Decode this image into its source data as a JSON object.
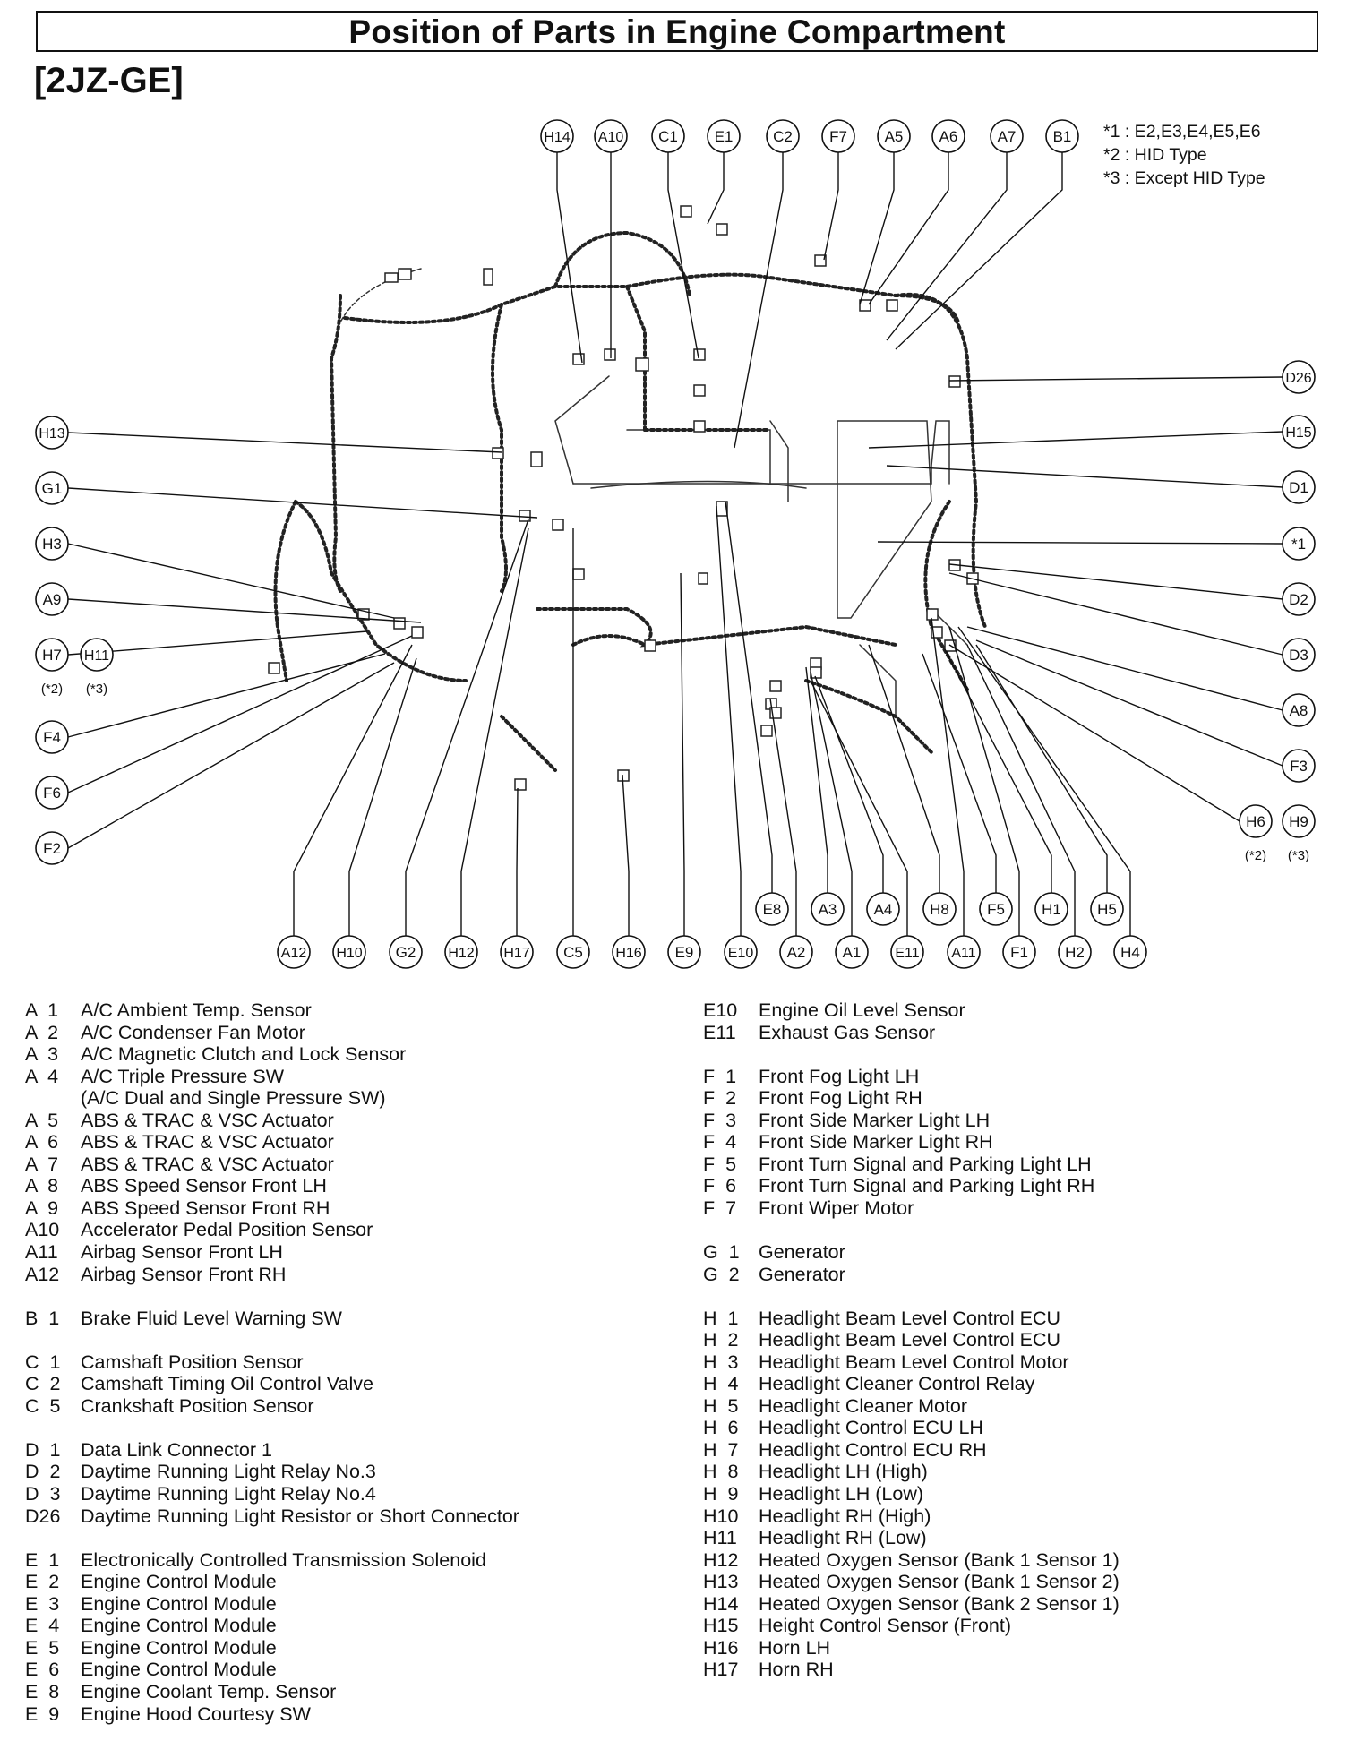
{
  "title": "Position of Parts in Engine Compartment",
  "engine_code": "[2JZ-GE]",
  "footnotes": [
    "*1 : E2,E3,E4,E5,E6",
    "*2 : HID Type",
    "*3 : Except HID Type"
  ],
  "callouts": {
    "top": [
      "H14",
      "A10",
      "C1",
      "E1",
      "C2",
      "F7",
      "A5",
      "A6",
      "A7",
      "B1"
    ],
    "left": [
      "H13",
      "G1",
      "H3",
      "A9",
      "H7",
      "H11",
      "F4",
      "F6",
      "F2"
    ],
    "left_notes": [
      "(*2)",
      "(*3)"
    ],
    "right": [
      "D26",
      "H15",
      "D1",
      "*1",
      "D2",
      "D3",
      "A8",
      "F3",
      "H6",
      "H9"
    ],
    "right_notes": [
      "(*2)",
      "(*3)"
    ],
    "bottom_upper": [
      "E8",
      "A3",
      "A4",
      "H8",
      "F5",
      "H1",
      "H5"
    ],
    "bottom_lower": [
      "A12",
      "H10",
      "G2",
      "H12",
      "H17",
      "C5",
      "H16",
      "E9",
      "E10",
      "A2",
      "A1",
      "E11",
      "A11",
      "F1",
      "H2",
      "H4"
    ]
  },
  "legend_left": [
    {
      "code": "A  1",
      "name": "A/C Ambient Temp. Sensor"
    },
    {
      "code": "A  2",
      "name": "A/C Condenser Fan Motor"
    },
    {
      "code": "A  3",
      "name": "A/C Magnetic Clutch and Lock Sensor"
    },
    {
      "code": "A  4",
      "name": "A/C Triple Pressure SW"
    },
    {
      "code": "",
      "name": "(A/C Dual and Single Pressure SW)"
    },
    {
      "code": "A  5",
      "name": "ABS & TRAC & VSC Actuator"
    },
    {
      "code": "A  6",
      "name": "ABS & TRAC & VSC Actuator"
    },
    {
      "code": "A  7",
      "name": "ABS & TRAC & VSC Actuator"
    },
    {
      "code": "A  8",
      "name": "ABS Speed Sensor Front LH"
    },
    {
      "code": "A  9",
      "name": "ABS Speed Sensor Front RH"
    },
    {
      "code": "A10",
      "name": "Accelerator Pedal Position Sensor"
    },
    {
      "code": "A11",
      "name": "Airbag Sensor Front LH"
    },
    {
      "code": "A12",
      "name": "Airbag Sensor Front RH"
    },
    {
      "gap": true
    },
    {
      "code": "B  1",
      "name": "Brake Fluid Level Warning SW"
    },
    {
      "gap": true
    },
    {
      "code": "C  1",
      "name": "Camshaft Position Sensor"
    },
    {
      "code": "C  2",
      "name": "Camshaft Timing Oil Control Valve"
    },
    {
      "code": "C  5",
      "name": "Crankshaft Position Sensor"
    },
    {
      "gap": true
    },
    {
      "code": "D  1",
      "name": "Data Link Connector 1"
    },
    {
      "code": "D  2",
      "name": "Daytime Running Light Relay No.3"
    },
    {
      "code": "D  3",
      "name": "Daytime Running Light Relay No.4"
    },
    {
      "code": "D26",
      "name": "Daytime Running Light Resistor or Short Connector"
    },
    {
      "gap": true
    },
    {
      "code": "E  1",
      "name": "Electronically Controlled Transmission Solenoid"
    },
    {
      "code": "E  2",
      "name": "Engine Control Module"
    },
    {
      "code": "E  3",
      "name": "Engine Control Module"
    },
    {
      "code": "E  4",
      "name": "Engine Control Module"
    },
    {
      "code": "E  5",
      "name": "Engine Control Module"
    },
    {
      "code": "E  6",
      "name": "Engine Control Module"
    },
    {
      "code": "E  8",
      "name": "Engine Coolant Temp. Sensor"
    },
    {
      "code": "E  9",
      "name": "Engine Hood Courtesy SW"
    }
  ],
  "legend_right": [
    {
      "code": "E10",
      "name": "Engine Oil Level Sensor"
    },
    {
      "code": "E11",
      "name": "Exhaust Gas Sensor"
    },
    {
      "gap": true
    },
    {
      "code": "F  1",
      "name": "Front Fog Light LH"
    },
    {
      "code": "F  2",
      "name": "Front Fog Light RH"
    },
    {
      "code": "F  3",
      "name": "Front Side Marker Light LH"
    },
    {
      "code": "F  4",
      "name": "Front Side Marker Light RH"
    },
    {
      "code": "F  5",
      "name": "Front Turn Signal and Parking Light LH"
    },
    {
      "code": "F  6",
      "name": "Front Turn Signal and Parking Light RH"
    },
    {
      "code": "F  7",
      "name": "Front Wiper Motor"
    },
    {
      "gap": true
    },
    {
      "code": "G  1",
      "name": "Generator"
    },
    {
      "code": "G  2",
      "name": "Generator"
    },
    {
      "gap": true
    },
    {
      "code": "H  1",
      "name": "Headlight Beam Level Control ECU"
    },
    {
      "code": "H  2",
      "name": "Headlight Beam Level Control ECU"
    },
    {
      "code": "H  3",
      "name": "Headlight Beam Level Control Motor"
    },
    {
      "code": "H  4",
      "name": "Headlight Cleaner Control Relay"
    },
    {
      "code": "H  5",
      "name": "Headlight Cleaner Motor"
    },
    {
      "code": "H  6",
      "name": "Headlight Control ECU LH"
    },
    {
      "code": "H  7",
      "name": "Headlight Control ECU RH"
    },
    {
      "code": "H  8",
      "name": "Headlight LH (High)"
    },
    {
      "code": "H  9",
      "name": "Headlight LH (Low)"
    },
    {
      "code": "H10",
      "name": "Headlight RH (High)"
    },
    {
      "code": "H11",
      "name": "Headlight RH (Low)"
    },
    {
      "code": "H12",
      "name": "Heated Oxygen Sensor (Bank 1 Sensor 1)"
    },
    {
      "code": "H13",
      "name": "Heated Oxygen Sensor (Bank 1 Sensor 2)"
    },
    {
      "code": "H14",
      "name": "Heated Oxygen Sensor (Bank 2 Sensor 1)"
    },
    {
      "code": "H15",
      "name": "Height Control Sensor (Front)"
    },
    {
      "code": "H16",
      "name": "Horn LH"
    },
    {
      "code": "H17",
      "name": "Horn RH"
    }
  ]
}
